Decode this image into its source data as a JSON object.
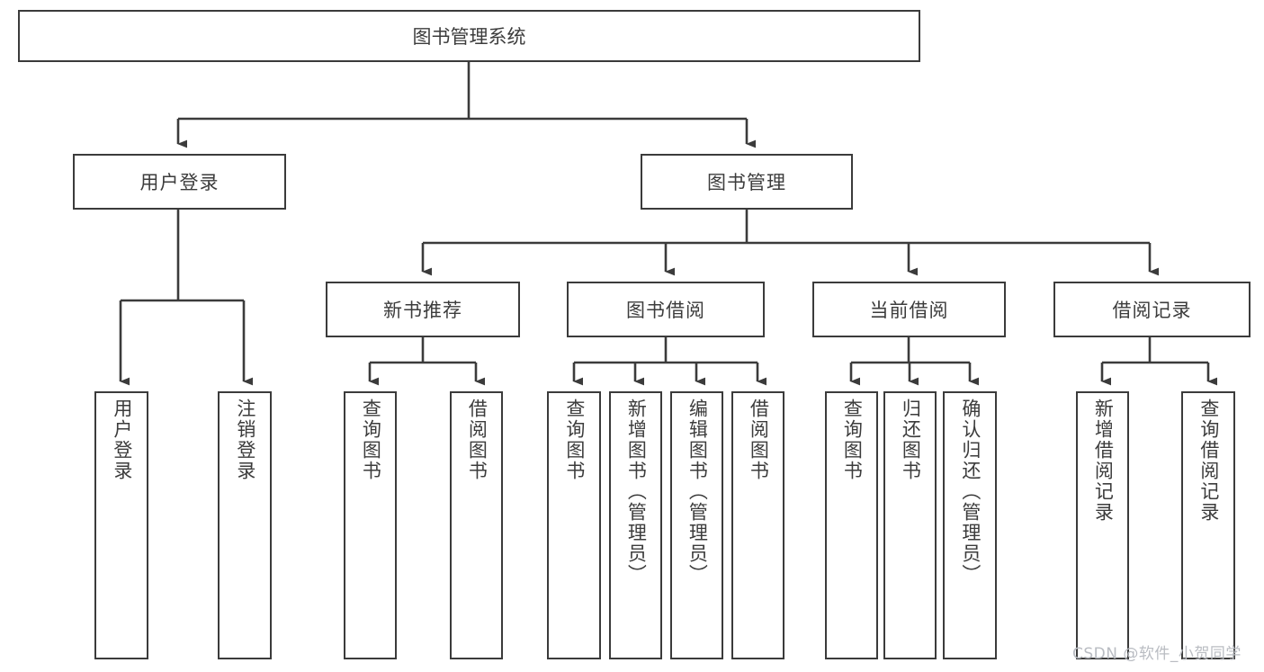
{
  "diagram": {
    "type": "hierarchy-tree",
    "title": "图书管理系统",
    "root": {
      "label": "图书管理系统"
    },
    "level2": [
      {
        "label": "用户登录"
      },
      {
        "label": "图书管理"
      }
    ],
    "level3": [
      {
        "label": "新书推荐"
      },
      {
        "label": "图书借阅"
      },
      {
        "label": "当前借阅"
      },
      {
        "label": "借阅记录"
      }
    ],
    "leaves": {
      "user_login": [
        {
          "label": "用户登录"
        },
        {
          "label": "注销登录"
        }
      ],
      "new_book_recommend": [
        {
          "label": "查询图书"
        },
        {
          "label": "借阅图书"
        }
      ],
      "book_borrow": [
        {
          "label": "查询图书"
        },
        {
          "label": "新增图书（管理员）"
        },
        {
          "label": "编辑图书（管理员）"
        },
        {
          "label": "借阅图书"
        }
      ],
      "current_borrow": [
        {
          "label": "查询图书"
        },
        {
          "label": "归还图书"
        },
        {
          "label": "确认归还（管理员）"
        }
      ],
      "borrow_record": [
        {
          "label": "新增借阅记录"
        },
        {
          "label": "查询借阅记录"
        }
      ]
    }
  },
  "watermark": {
    "text": "CSDN @软件_小贺同学"
  },
  "colors": {
    "border": "#3b3b3b",
    "text": "#3c3c3c",
    "background": "#ffffff",
    "watermark": "#b9bcc2"
  }
}
